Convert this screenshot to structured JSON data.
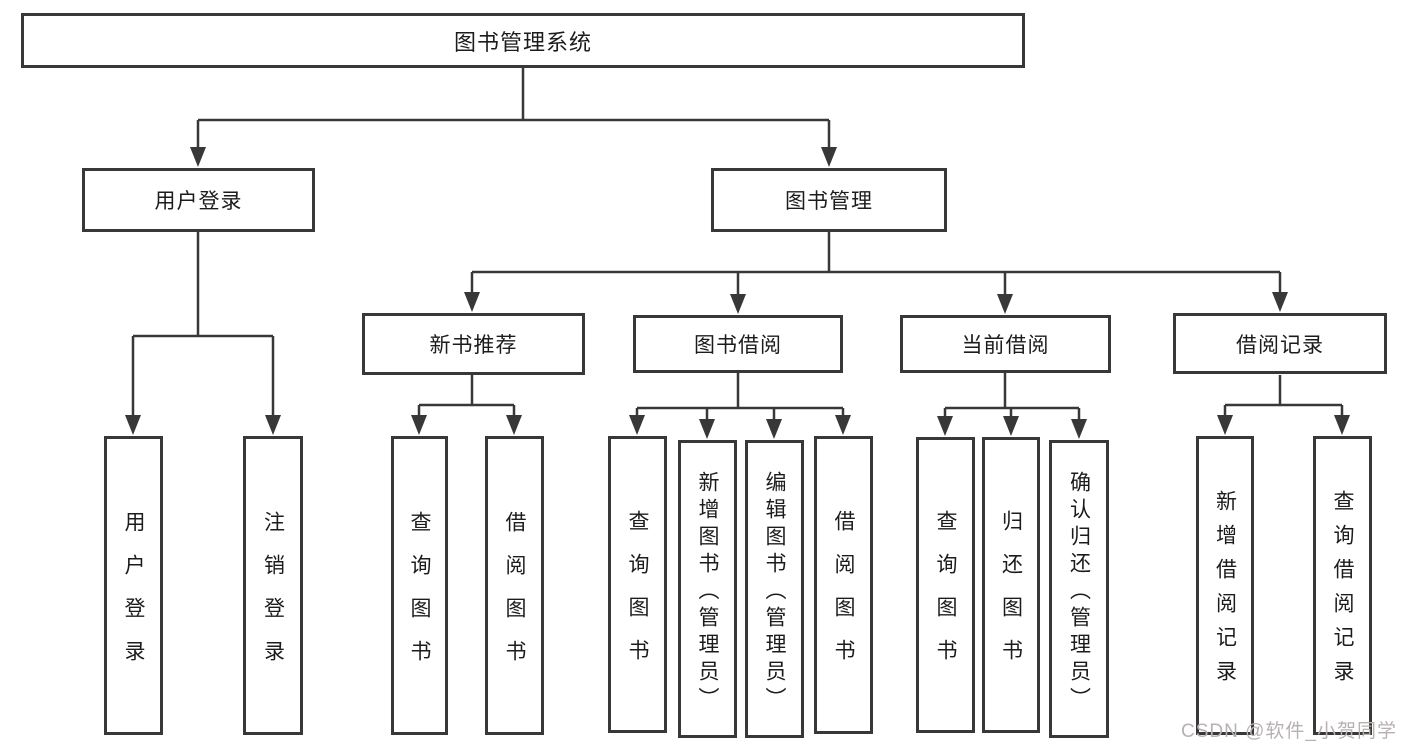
{
  "diagram": {
    "title": "图书管理系统",
    "root": {
      "label": "图书管理系统"
    },
    "level2": [
      {
        "label": "用户登录"
      },
      {
        "label": "图书管理"
      }
    ],
    "level3": [
      {
        "label": "新书推荐"
      },
      {
        "label": "图书借阅"
      },
      {
        "label": "当前借阅"
      },
      {
        "label": "借阅记录"
      }
    ],
    "leaves": {
      "user": [
        {
          "label": "用户登录"
        },
        {
          "label": "注销登录"
        }
      ],
      "recommend": [
        {
          "label": "查询图书"
        },
        {
          "label": "借阅图书"
        }
      ],
      "borrow": [
        {
          "label": "查询图书"
        },
        {
          "label": "新增图书（管理员）"
        },
        {
          "label": "编辑图书（管理员）"
        },
        {
          "label": "借阅图书"
        }
      ],
      "current": [
        {
          "label": "查询图书"
        },
        {
          "label": "归还图书"
        },
        {
          "label": "确认归还（管理员）"
        }
      ],
      "records": [
        {
          "label": "新增借阅记录"
        },
        {
          "label": "查询借阅记录"
        }
      ]
    }
  },
  "watermark": {
    "text": "CSDN @软件_小贺同学"
  },
  "colors": {
    "line": "#383838",
    "text": "#1c1c1c",
    "watermark": "#b9b1b1",
    "background": "#ffffff"
  }
}
